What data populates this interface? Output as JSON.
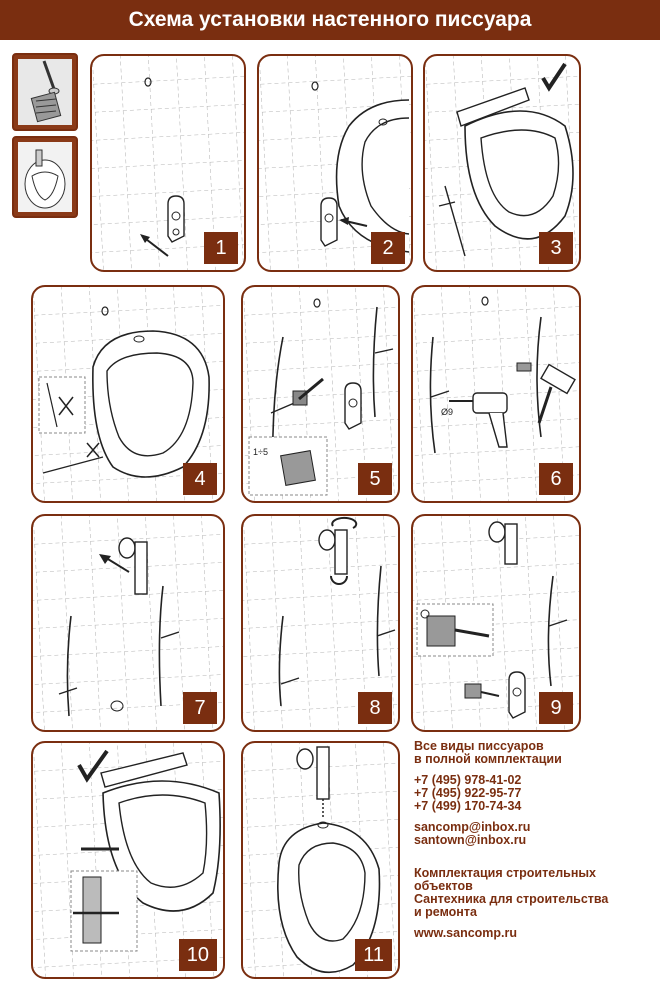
{
  "title": "Схема установки настенного писсуара",
  "steps": [
    "1",
    "2",
    "3",
    "4",
    "5",
    "6",
    "7",
    "8",
    "9",
    "10",
    "11"
  ],
  "labels": {
    "drill_diameter": "Ø9",
    "dimension": "1÷5"
  },
  "info": {
    "headline_1": "Все виды писсуаров",
    "headline_2": "в полной комплектации",
    "phone_1": "+7 (495) 978-41-02",
    "phone_2": "+7 (495) 922-95-77",
    "phone_3": "+7 (499) 170-74-34",
    "email_1": "sancomp@inbox.ru",
    "email_2": "santown@inbox.ru",
    "service_1a": "Комплектация строительных",
    "service_1b": "объектов",
    "service_2a": "Сантехника для строительства",
    "service_2b": "и ремонта",
    "website": "www.sancomp.ru"
  },
  "colors": {
    "brand": "#7a2e10",
    "background": "#ffffff",
    "line": "#222222",
    "grid": "#9a9a9a"
  }
}
